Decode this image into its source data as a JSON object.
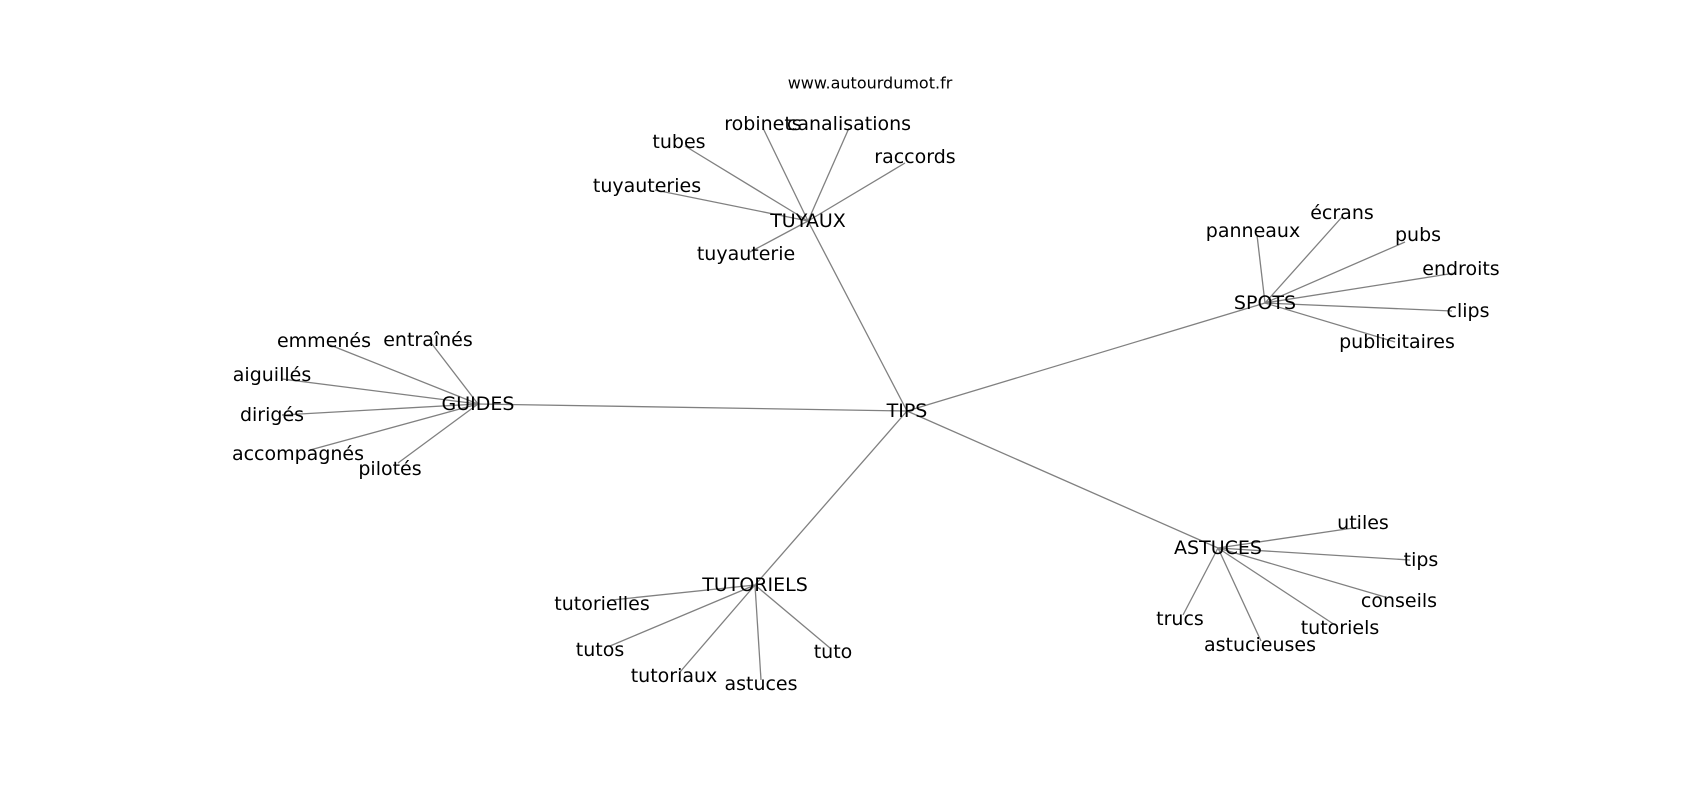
{
  "source": "www.autourdumot.fr",
  "center": "TIPS",
  "groups": [
    {
      "hub": "TUYAUX",
      "words": [
        "tubes",
        "robinets",
        "canalisations",
        "raccords",
        "tuyauteries",
        "tuyauterie"
      ]
    },
    {
      "hub": "SPOTS",
      "words": [
        "panneaux",
        "écrans",
        "pubs",
        "endroits",
        "clips",
        "publicitaires"
      ]
    },
    {
      "hub": "GUIDES",
      "words": [
        "emmenés",
        "entraînés",
        "aiguillés",
        "dirigés",
        "accompagnés",
        "pilotés"
      ]
    },
    {
      "hub": "TUTORIELS",
      "words": [
        "tutorielles",
        "tutos",
        "tutoriaux",
        "astuces",
        "tuto"
      ]
    },
    {
      "hub": "ASTUCES",
      "words": [
        "utiles",
        "tips",
        "conseils",
        "tutoriels",
        "trucs",
        "astucieuses"
      ]
    }
  ]
}
